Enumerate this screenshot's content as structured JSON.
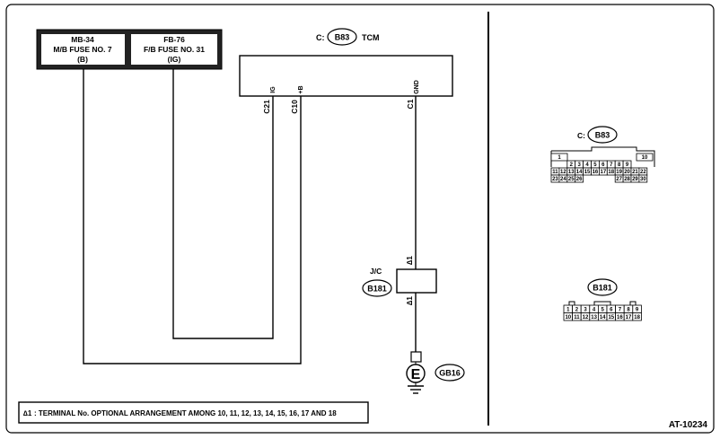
{
  "fuses": [
    {
      "code": "MB-34",
      "name": "M/B FUSE NO. 7",
      "supply": "(B)"
    },
    {
      "code": "FB-76",
      "name": "F/B FUSE NO. 31",
      "supply": "(IG)"
    }
  ],
  "tcm": {
    "prefix": "C:",
    "connector": "B83",
    "label": "TCM"
  },
  "pins": [
    {
      "terminal": "C21",
      "signal": "IG"
    },
    {
      "terminal": "C10",
      "signal": "+B"
    },
    {
      "terminal": "C1",
      "signal": "GND"
    }
  ],
  "jc": {
    "label": "J/C",
    "connector": "B181",
    "mark_top": "∆1",
    "mark_bottom": "∆1"
  },
  "ground": {
    "symbol": "E",
    "code": "GB16"
  },
  "connector_b83": {
    "prefix": "C:",
    "name": "B83",
    "rows": [
      [
        "1",
        "10"
      ],
      [
        "2",
        "3",
        "4",
        "5",
        "6",
        "7",
        "8",
        "9"
      ],
      [
        "11",
        "12",
        "13",
        "14",
        "15",
        "16",
        "17",
        "18",
        "19",
        "20",
        "21",
        "22"
      ],
      [
        "23",
        "24",
        "25",
        "26",
        "27",
        "28",
        "29",
        "30"
      ]
    ]
  },
  "connector_b181": {
    "name": "B181",
    "rows": [
      [
        "1",
        "2",
        "3",
        "4",
        "5",
        "6",
        "7",
        "8",
        "9"
      ],
      [
        "10",
        "11",
        "12",
        "13",
        "14",
        "15",
        "16",
        "17",
        "18"
      ]
    ]
  },
  "note": {
    "mark": "∆1",
    "text": ": TERMINAL No. OPTIONAL ARRANGEMENT AMONG 10, 11, 12, 13, 14, 15, 16, 17 AND 18"
  },
  "figure_id": "AT-10234"
}
